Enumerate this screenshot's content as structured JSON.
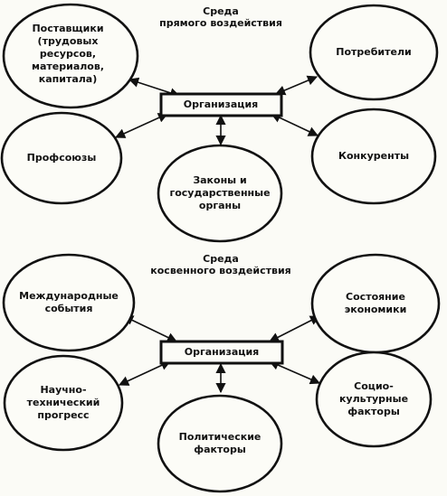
{
  "top_section": {
    "title": "Среда\nпрямого воздействия",
    "center": "Организация",
    "nodes": {
      "suppliers": "Поставщики\n(трудовых\nресурсов,\nматериалов,\nкапитала)",
      "consumers": "Потребители",
      "unions": "Профсоюзы",
      "competitors": "Конкуренты",
      "laws": "Законы и\nгосударственные\nорганы"
    }
  },
  "bottom_section": {
    "title": "Среда\nкосвенного воздействия",
    "center": "Организация",
    "nodes": {
      "international": "Международные\nсобытия",
      "economy": "Состояние\nэкономики",
      "scitech": "Научно-\nтехнический\nпрогресс",
      "sociocultural": "Социо-\nкультурные\nфакторы",
      "political": "Политические\nфакторы"
    }
  }
}
